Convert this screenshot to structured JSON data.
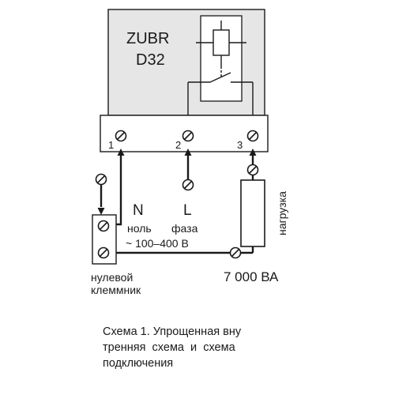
{
  "device": {
    "brand": "ZUBR",
    "model": "D32"
  },
  "terminals": [
    "1",
    "2",
    "3"
  ],
  "labels": {
    "neutral_symbol": "N",
    "neutral_word": "ноль",
    "phase_symbol": "L",
    "phase_word": "фаза",
    "voltage_range": "~ 100–400 В",
    "load": "нагрузка",
    "power": "7 000 ВА",
    "neutral_block_line1": "нулевой",
    "neutral_block_line2": "клеммник"
  },
  "caption": {
    "line1": "Схема 1. Упрощенная вну",
    "line2": "тренняя  схема  и  схема",
    "line3": "подключения"
  },
  "colors": {
    "device_fill": "#e6e6e6",
    "line": "#1a1a1a",
    "background": "#ffffff"
  },
  "icons": {
    "terminal": "screw-terminal-icon",
    "relay": "relay-coil-icon",
    "contact": "switch-contact-icon"
  }
}
